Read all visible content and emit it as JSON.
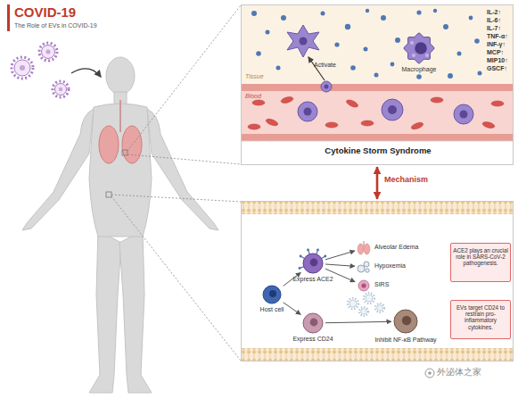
{
  "diagram": {
    "title": "COVID-19",
    "nodes": [
      {
        "text": [
          "Cytokine Storm Syndrome"
        ]
      },
      {
        "text": [
          "Macrophage"
        ],
        "in": 0
      },
      {
        "text": []
      },
      {
        "text": [
          "Express ACE2"
        ],
        "in": 2
      },
      {
        "text": [
          "Alveolar Edema"
        ],
        "in": 2
      },
      {
        "text": [
          "Hypoxemia"
        ],
        "in": 2
      },
      {
        "text": [
          "SIRS"
        ],
        "in": 2
      },
      {
        "text": [
          "ACE2 plays an crucial role in SARS-CoV-2 pathogenesis."
        ],
        "in": 2
      },
      {
        "text": [
          "Host cell"
        ],
        "in": 2
      },
      {
        "text": [
          "Express CD24"
        ],
        "in": 2
      },
      {
        "text": [
          "Inhibit NF-κB Pathway"
        ],
        "in": 2
      },
      {
        "text": [
          "EVs target CD24 to restrain pro-inflammatory cytokines."
        ],
        "in": 2
      }
    ],
    "edges": [
      {
        "from": 0,
        "to": 2,
        "label": "Mechanism",
        "arrow": "both"
      },
      {
        "from": 8,
        "to": 3,
        "arrow": "to"
      },
      {
        "from": 8,
        "to": 9,
        "arrow": "to"
      },
      {
        "from": 3,
        "to": 4,
        "arrow": "to"
      },
      {
        "from": 3,
        "to": 5,
        "arrow": "to"
      },
      {
        "from": 3,
        "to": 6,
        "arrow": "to"
      },
      {
        "from": 9,
        "to": 10,
        "arrow": "to"
      }
    ],
    "labels": [
      "The Role of EVs in COVID-19",
      "Activate",
      "IL-2↑",
      "IL-6↑",
      "IL-7↑",
      "TNF-α↑",
      "INF-γ↑",
      "MCP↑",
      "MIP10↑",
      "GSCF↑",
      "Tissue",
      "Blood",
      "外泌体之家"
    ]
  }
}
